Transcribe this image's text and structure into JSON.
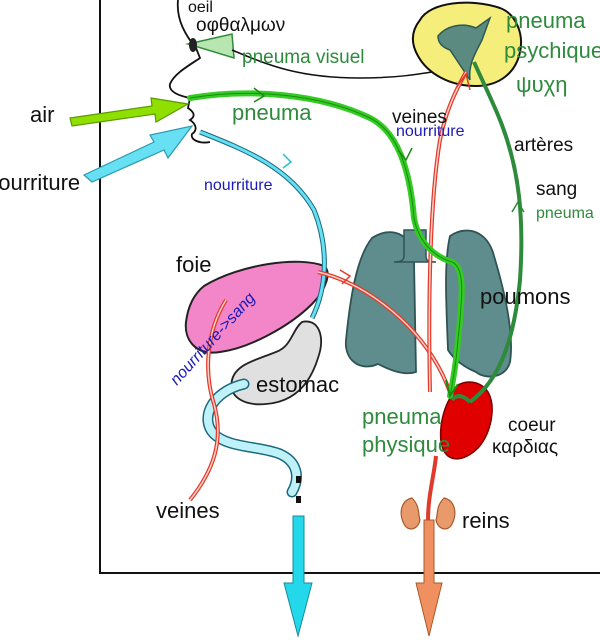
{
  "labels": {
    "oeil": "oeil",
    "ophthalmon": "οφθαλμων",
    "pneuma_visuel": "pneuma visuel",
    "pneuma_psychique_1": "pneuma",
    "pneuma_psychique_2": "psychique",
    "psyche": "ψυχη",
    "air": "air",
    "nourriture_left": "nourriture",
    "pneuma_main": "pneuma",
    "veines_top": "veines",
    "nourriture_veines": "nourriture",
    "arteres": "artères",
    "nourriture_mouth": "nourriture",
    "sang": "sang",
    "pneuma_sang": "pneuma",
    "foie": "foie",
    "poumons": "poumons",
    "nourriture_sang": "nourriture->sang",
    "estomac": "estomac",
    "pneuma_physique_1": "pneuma",
    "pneuma_physique_2": "physique",
    "coeur": "coeur",
    "kardias": "καρδιας",
    "veines_bottom": "veines",
    "reins": "reins"
  },
  "colors": {
    "frame": "#111111",
    "brain": "#f6ee7a",
    "brain_inner": "#5b8a80",
    "eye": "#b8e6b0",
    "lungs": "#5f8c8c",
    "liver": "#f286c8",
    "stomach": "#e0e0e0",
    "heart": "#e00000",
    "kidneys": "#e89a6a",
    "air_arrow": "#8fe000",
    "food_arrow": "#66e0f2",
    "pneuma_green": "#33cc22",
    "dark_green": "#2e8b3c",
    "vein_red": "#e03a2a",
    "food_blue": "#1a1ab8",
    "out_cyan": "#22d8ea",
    "out_orange": "#f09060"
  }
}
